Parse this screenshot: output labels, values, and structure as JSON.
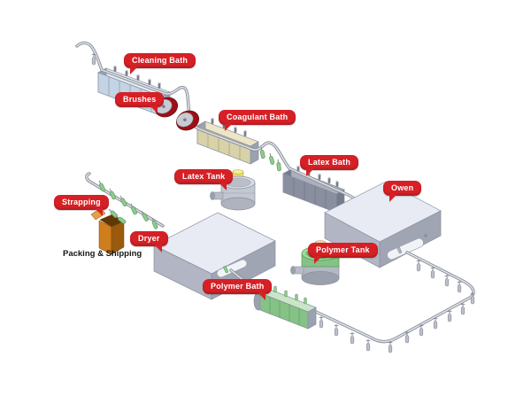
{
  "diagram": {
    "type": "isometric-process-diagram",
    "subject": "glove dipping production line",
    "callouts": [
      {
        "id": "cleaning_bath",
        "text": "Cleaning Bath"
      },
      {
        "id": "brushes",
        "text": "Brushes"
      },
      {
        "id": "coagulant_bath",
        "text": "Coagulant Bath"
      },
      {
        "id": "latex_bath",
        "text": "Latex Bath"
      },
      {
        "id": "latex_tank",
        "text": "Latex Tank"
      },
      {
        "id": "owen",
        "text": "Owen"
      },
      {
        "id": "strapping",
        "text": "Strapping"
      },
      {
        "id": "dryer",
        "text": "Dryer"
      },
      {
        "id": "polymer_tank",
        "text": "Polymer Tank"
      },
      {
        "id": "polymer_bath",
        "text": "Polymer Bath"
      }
    ],
    "annotation": "Packing & Shipping",
    "colors": {
      "label_bg": "#d62026",
      "label_text": "#ffffff",
      "annotation_text": "#151515",
      "rail_outline": "#878d99",
      "rail_fill": "#dcdfe5",
      "machine_top": "#e8eaf4",
      "machine_left": "#b2b6c4",
      "machine_right": "#a0a5b4",
      "machine_outline": "#8a8f9e",
      "cleaning_panel": "#c3d4e4",
      "cleaning_top": "#e4edf6",
      "coagulant_panel": "#d8d2a8",
      "coagulant_top": "#ece6c6",
      "latex_panel": "#8a8fa0",
      "latex_top": "#aab0bd",
      "polymer_panel": "#85c285",
      "polymer_top": "#c9e6c7",
      "brush_red": "#9c1016",
      "box_orange": "#cf7d1d",
      "box_orange_dark": "#9a5a0e",
      "glove_green": "#8fca8f",
      "tank_gray": "#c3c7d1",
      "cap_yellow": "#e8e06e",
      "cap_tan": "#d8c48a"
    }
  }
}
